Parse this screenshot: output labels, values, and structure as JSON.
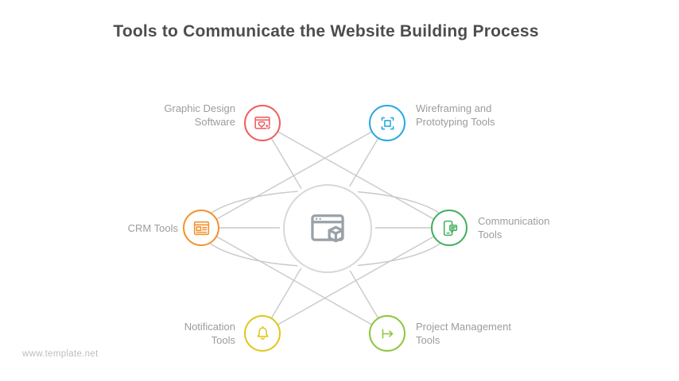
{
  "title": "Tools to Communicate the Website Building Process",
  "watermark": "www.template.net",
  "colors": {
    "connector": "#c9c9c9",
    "hub_ring": "#d8d8d8",
    "hub_icon": "#9aa1a8",
    "title_text": "#4d4d4d",
    "label_text": "#9c9c9c"
  },
  "hub": {
    "icon": "browser-package-icon"
  },
  "nodes": {
    "red": {
      "color": "#f05e5e",
      "icon": "browser-heart-cursor-icon",
      "lines": [
        "Graphic Design",
        "Software"
      ]
    },
    "blue": {
      "color": "#29a8e0",
      "icon": "artboard-frame-icon",
      "lines": [
        "Wireframing and",
        "Prototyping Tools"
      ]
    },
    "orange": {
      "color": "#f2932d",
      "icon": "storefront-card-icon",
      "lines": [
        "CRM Tools"
      ]
    },
    "green": {
      "color": "#44b05f",
      "icon": "mobile-chat-icon",
      "lines": [
        "Communication",
        "Tools"
      ]
    },
    "yellow": {
      "color": "#e0c81d",
      "icon": "bell-icon",
      "lines": [
        "Notification",
        "Tools"
      ]
    },
    "lightgreen": {
      "color": "#8dc63f",
      "icon": "launch-arrow-icon",
      "lines": [
        "Project Management",
        "Tools"
      ]
    }
  }
}
